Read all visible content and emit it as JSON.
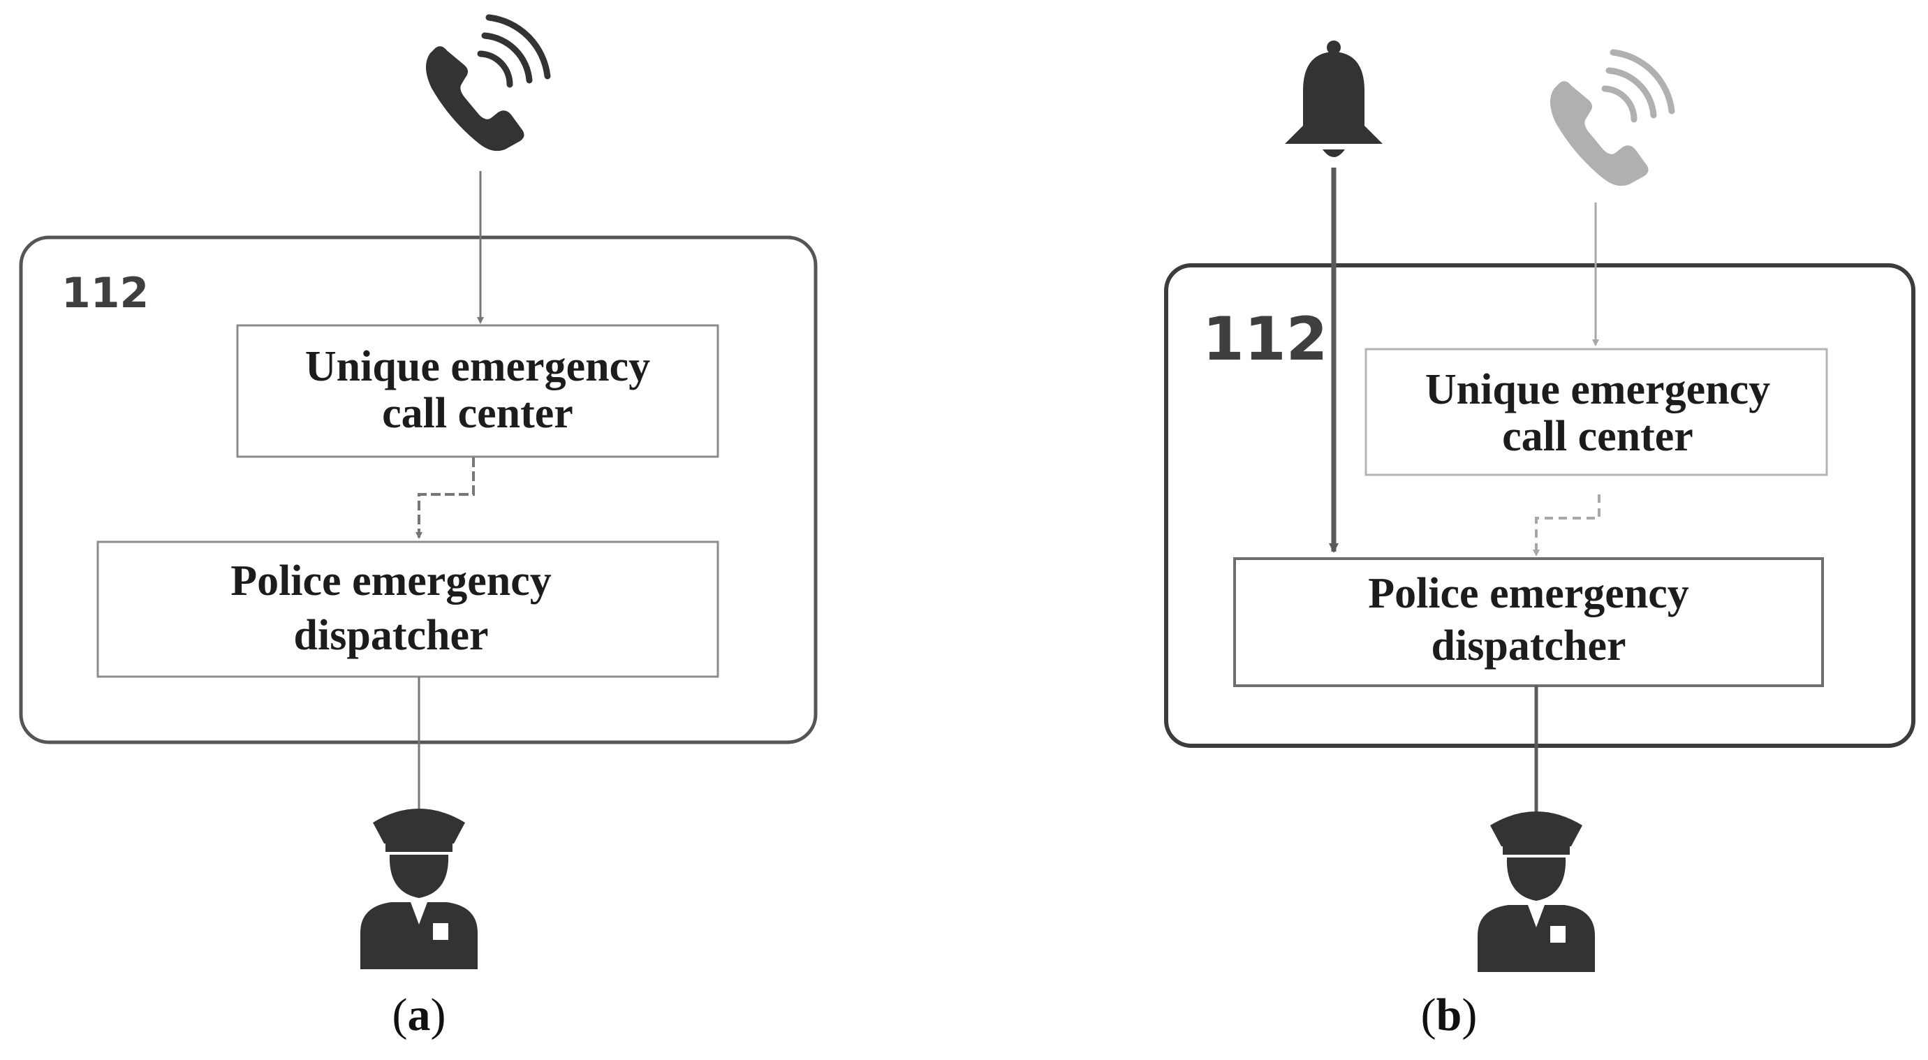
{
  "panel_a": {
    "system_label": "112",
    "call_center_box": {
      "line1": "Unique emergency",
      "line2": "call center"
    },
    "dispatcher_box": {
      "line1": "Police emergency",
      "line2": "dispatcher"
    },
    "caption": {
      "open": "(",
      "letter": "a",
      "close": ")"
    }
  },
  "panel_b": {
    "system_label": "112",
    "call_center_box": {
      "line1": "Unique emergency",
      "line2": "call center"
    },
    "dispatcher_box": {
      "line1": "Police emergency",
      "line2": "dispatcher"
    },
    "caption": {
      "open": "(",
      "letter": "b",
      "close": ")"
    }
  },
  "icons": {
    "phone": "phone-ringing-icon",
    "alarm": "alarm-bell-icon",
    "officer": "police-officer-icon"
  },
  "colors": {
    "frame": "#555555",
    "box_border": "#8c8c8c",
    "arrow": "#777777",
    "icon": "#333333",
    "faded_icon": "#b0b0b0"
  }
}
